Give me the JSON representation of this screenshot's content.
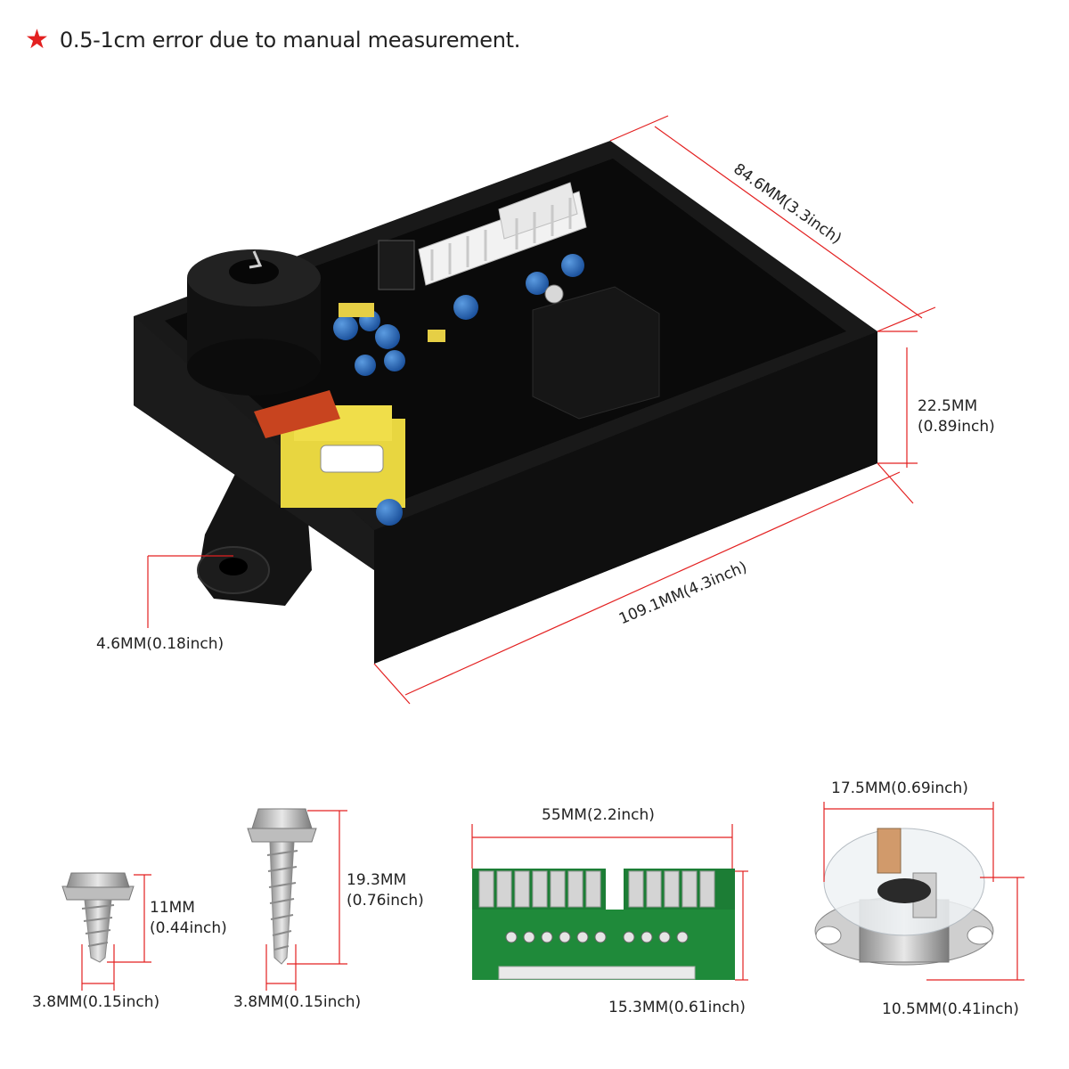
{
  "note": {
    "star_icon": "★",
    "text": "0.5-1cm error due to manual measurement.",
    "star_color": "#e32020"
  },
  "colors": {
    "dimension_line": "#e32020",
    "housing": "#111111",
    "pcb_green": "#1f8a3a",
    "capacitor_blue": "#1f5fb3"
  },
  "dimensions": {
    "board_depth": "84.6MM(3.3inch)",
    "board_height_mm": "22.5MM",
    "board_height_in": "(0.89inch)",
    "board_length": "109.1MM(4.3inch)",
    "mount_hole": "4.6MM(0.18inch)",
    "small_screw_length_mm": "11MM",
    "small_screw_length_in": "(0.44inch)",
    "small_screw_width": "3.8MM(0.15inch)",
    "large_screw_length_mm": "19.3MM",
    "large_screw_length_in": "(0.76inch)",
    "large_screw_width": "3.8MM(0.15inch)",
    "connector_width": "55MM(2.2inch)",
    "connector_height": "15.3MM(0.61inch)",
    "thermostat_width": "17.5MM(0.69inch)",
    "thermostat_height": "10.5MM(0.41inch)"
  }
}
